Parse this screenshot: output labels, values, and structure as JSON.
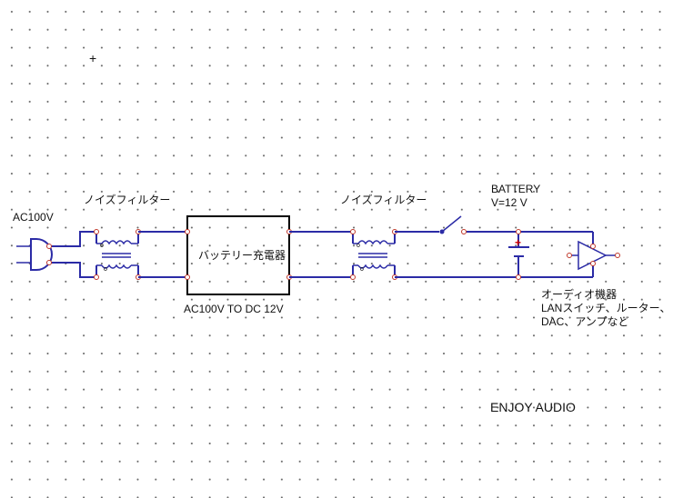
{
  "labels": {
    "ac_input": "AC100V",
    "noise_filter_1": "ノイズフィルター",
    "charger_block": "バッテリー充電器",
    "charger_spec": "AC100V TO DC 12V",
    "noise_filter_2": "ノイズフィルター",
    "battery_title": "BATTERY",
    "battery_voltage": "V=12 V",
    "audio_line1": "オーディオ機器",
    "audio_line2": "LANスイッチ、ルーター、",
    "audio_line3": "DAC、アンプなど",
    "footer": "ENJOY AUDIO",
    "cursor": "+"
  },
  "colors": {
    "wire": "#2b2ba6",
    "pin": "#c0392b",
    "block_outline": "#000000",
    "battery_plus": "#cc0000",
    "grid_dot": "#6a6a6a"
  }
}
